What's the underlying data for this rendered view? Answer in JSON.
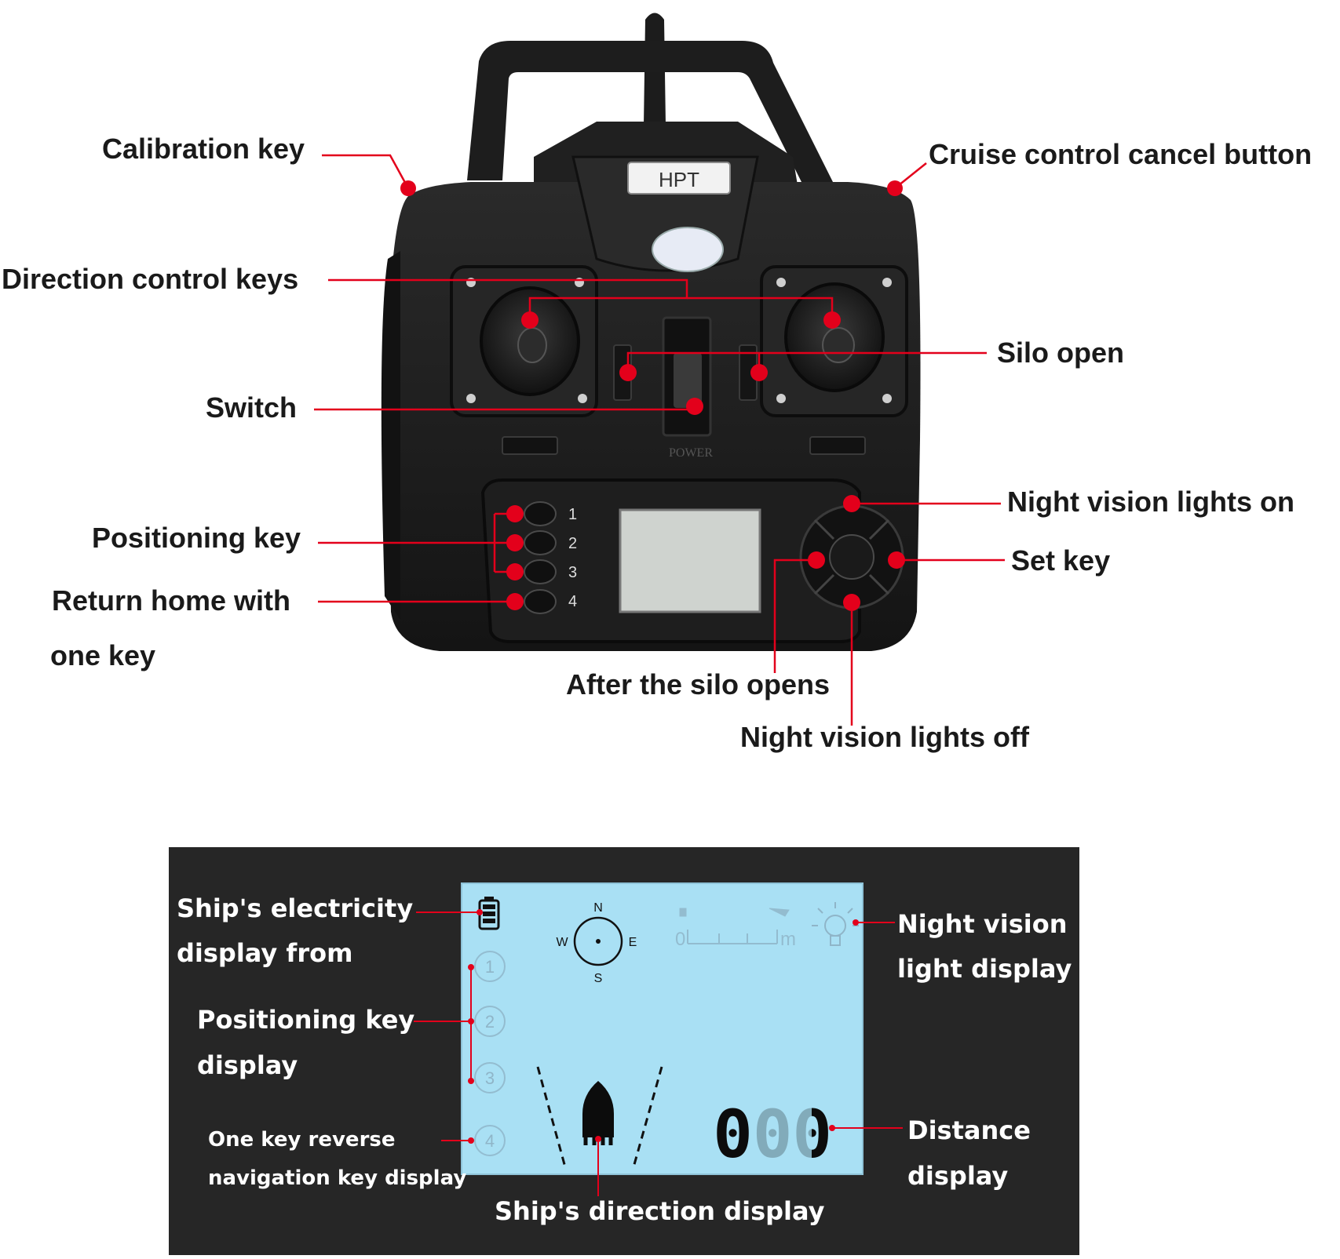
{
  "controller": {
    "brand": "HPT",
    "power_label": "POWER",
    "position_numbers": [
      "1",
      "2",
      "3",
      "4"
    ]
  },
  "callouts_top": {
    "calibration": "Calibration key",
    "cruise_cancel": "Cruise control cancel button",
    "direction": "Direction control keys",
    "silo_open": "Silo open",
    "switch": "Switch",
    "night_on": "Night vision lights on",
    "positioning": "Positioning key",
    "set_key": "Set key",
    "return_home_1": "Return home with",
    "return_home_2": "one key",
    "after_silo": "After the silo opens",
    "night_off": "Night vision lights off"
  },
  "lcd": {
    "compass": {
      "n": "N",
      "s": "S",
      "w": "W",
      "e": "E"
    },
    "distance_digits": "000",
    "scale_label_left": "0",
    "scale_label_right": "m",
    "position_numbers": [
      "1",
      "2",
      "3",
      "4"
    ]
  },
  "callouts_bottom": {
    "electricity_1": "Ship's electricity",
    "electricity_2": "display from",
    "positioning_1": "Positioning key",
    "positioning_2": "display",
    "reverse_1": "One key reverse",
    "reverse_2": "navigation key display",
    "direction": "Ship's direction display",
    "night_1": "Night vision",
    "night_2": "light display",
    "distance_1": "Distance",
    "distance_2": "display"
  },
  "colors": {
    "callout_red": "#e3001b",
    "controller_body": "#1b1b1b",
    "lcd_blue": "#a9e0f4",
    "panel_dark": "#262626"
  }
}
